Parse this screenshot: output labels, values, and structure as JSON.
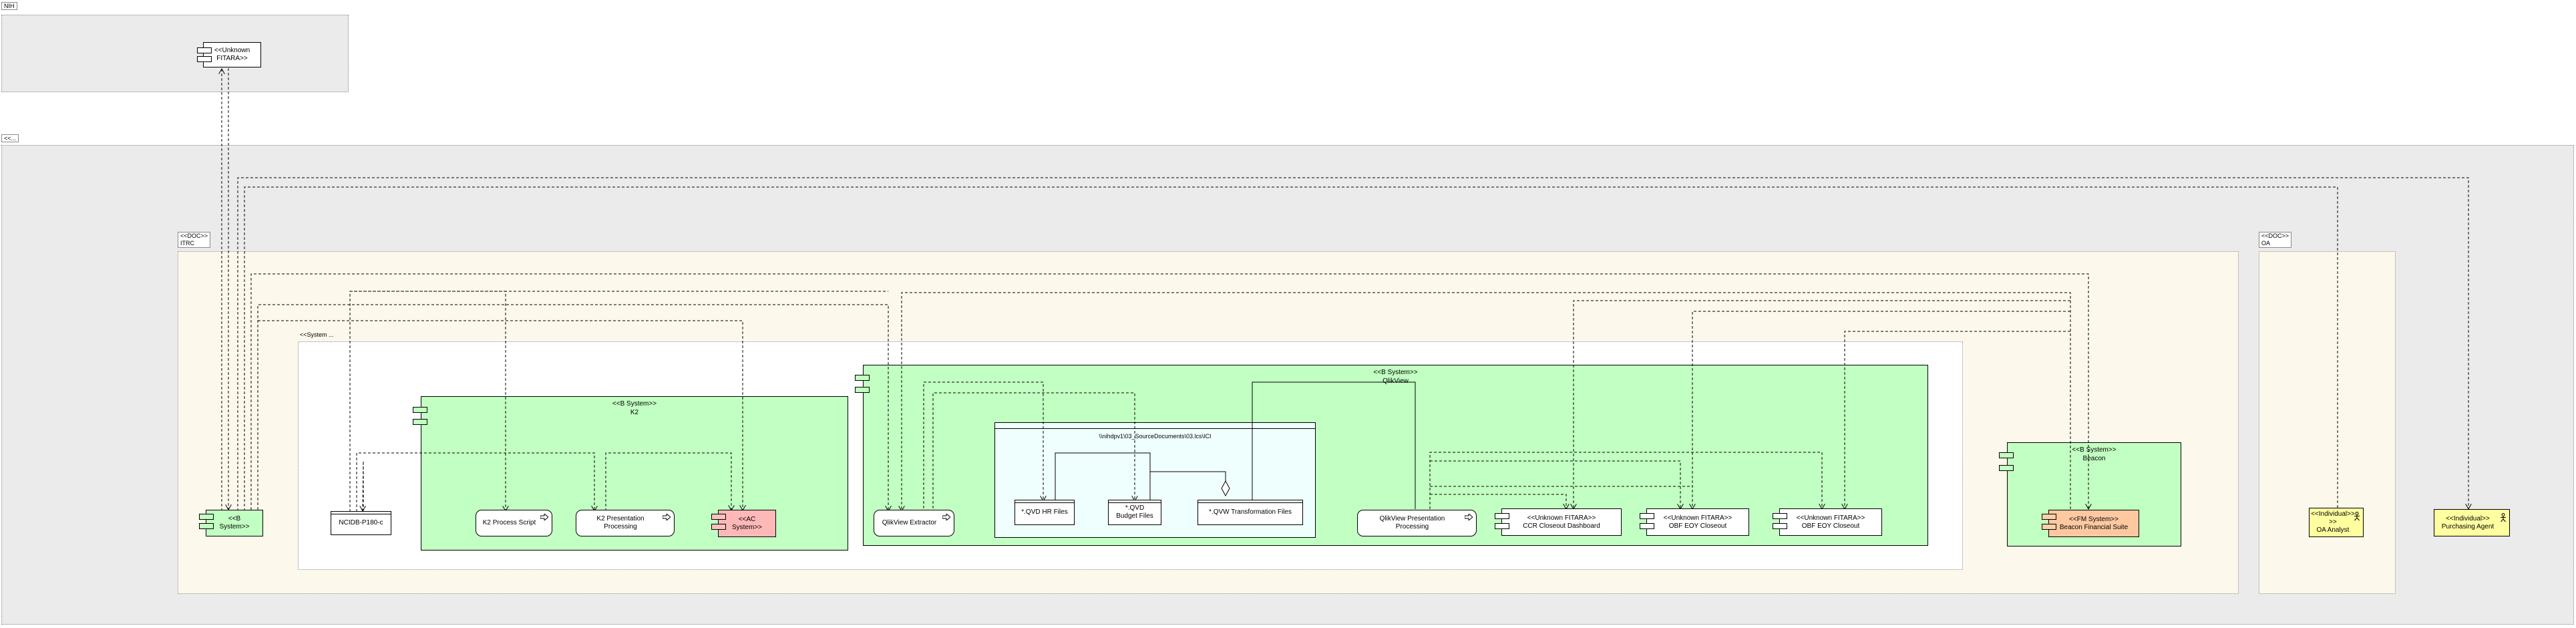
{
  "packages": {
    "nih": "NIH",
    "ellipsis": "<<...",
    "itrc": "<<DOC>>\nITRC",
    "oa": "<<DOC>>\nOA",
    "system_group": "<<System ..."
  },
  "systems": {
    "k2": "<<B System>>\nK2",
    "qlikview": "<<B System>>\nQlikView",
    "beacon": "<<B System>>\nBeacon"
  },
  "folder": {
    "title": "\\\\nihdpv1\\03_SourceDocuments\\03.lcs\\ICI"
  },
  "components": {
    "unknown_fitara_top": "<<Unknown\nFITARA>>",
    "b_system_left": "<<B\nSystem>>",
    "ncidb": "NCIDB-P180-c",
    "ac_system": "<<AC\nSystem>>",
    "ccr_closeout": "<<Unknown FITARA>>\nCCR Closeout Dashboard",
    "obf_eoy_1": "<<Unknown FITARA>>\nOBF EOY Closeout",
    "obf_eoy_2": "<<Unknown FITARA>>\nOBF EOY Closeout",
    "fm_system": "<<FM System>>\nBeacon Financial Suite"
  },
  "processes": {
    "k2_script": "K2 Process Script",
    "k2_presentation": "K2 Presentation\nProcessing",
    "qlikview_extractor": "QlikView Extractor",
    "qlikview_presentation": "QlikView Presentation\nProcessing"
  },
  "artifacts": {
    "qvd_hr": "*.QVD HR Files",
    "qvd_budget": "*.QVD\nBudget Files",
    "qvw": "*.QVW Transformation Files"
  },
  "actors": {
    "oa_analyst": "<<Individual>>\n>>\nOA Analyst",
    "purchasing_agent": "<<Individual>>\nPurchasing Agent"
  },
  "colors": {
    "system_fill": "#c2ffc2",
    "package_grey": "#ebebeb",
    "package_cream": "#fcf9ec",
    "red_component": "#ffb8b8",
    "orange_component": "#ffc8a0",
    "actor_fill": "#ffffa0",
    "folder_fill": "#effffd"
  }
}
